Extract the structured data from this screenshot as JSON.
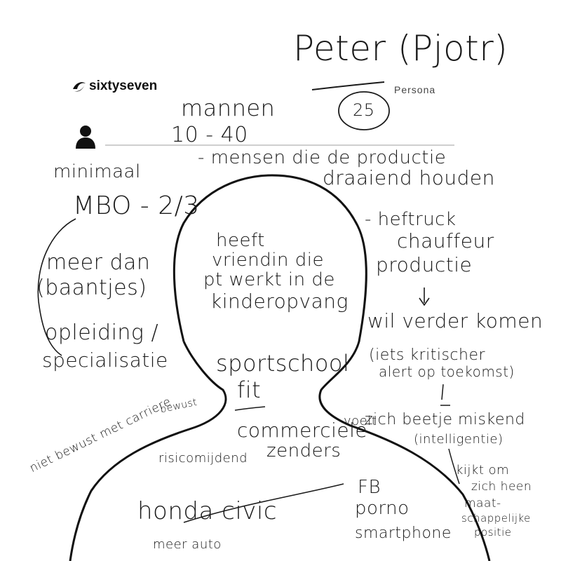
{
  "header": {
    "brand": "sixtyseven",
    "persona_label": "Persona",
    "name": "Peter (Pjotr)",
    "age": "25"
  },
  "profile": {
    "gender": "mannen",
    "age_range": "10 - 40",
    "role": "- mensen die de productie",
    "role_line2": "draaiend houden"
  },
  "left_notes": {
    "minimaal": "minimaal",
    "education": "MBO - 2/3",
    "more": "meer dan",
    "jobs": "(baantjes)",
    "training": "opleiding /",
    "specialisation": "specialisatie",
    "careers_top": "bewust",
    "careers": "niet bewust met carriere"
  },
  "right_notes": {
    "forklift": "- heftruck",
    "driver": "chauffeur",
    "production": "productie",
    "arrow": "↓",
    "progress": "wil verder komen",
    "critical": "(iets kritischer",
    "future": "alert op toekomst)",
    "feels": "voelt",
    "misunderstood": "zich beetje miskend",
    "intelligence": "(intelligentie)",
    "looks": "kijkt om",
    "around": "zich heen",
    "social": "maat-",
    "social2": "schappelijke",
    "position": "positie"
  },
  "body_notes": {
    "head1": "heeft",
    "head2": "vriendin die",
    "head3": "pt werkt in de",
    "head4": "kinderopvang",
    "gym": "sportschool",
    "fit": "fit",
    "risk": "risicomijdend",
    "commercials": "commerciele",
    "channels": "zenders",
    "car": "honda civic",
    "car_sub": "meer auto",
    "fb": "FB",
    "porn": "porno",
    "phone": "smartphone"
  }
}
